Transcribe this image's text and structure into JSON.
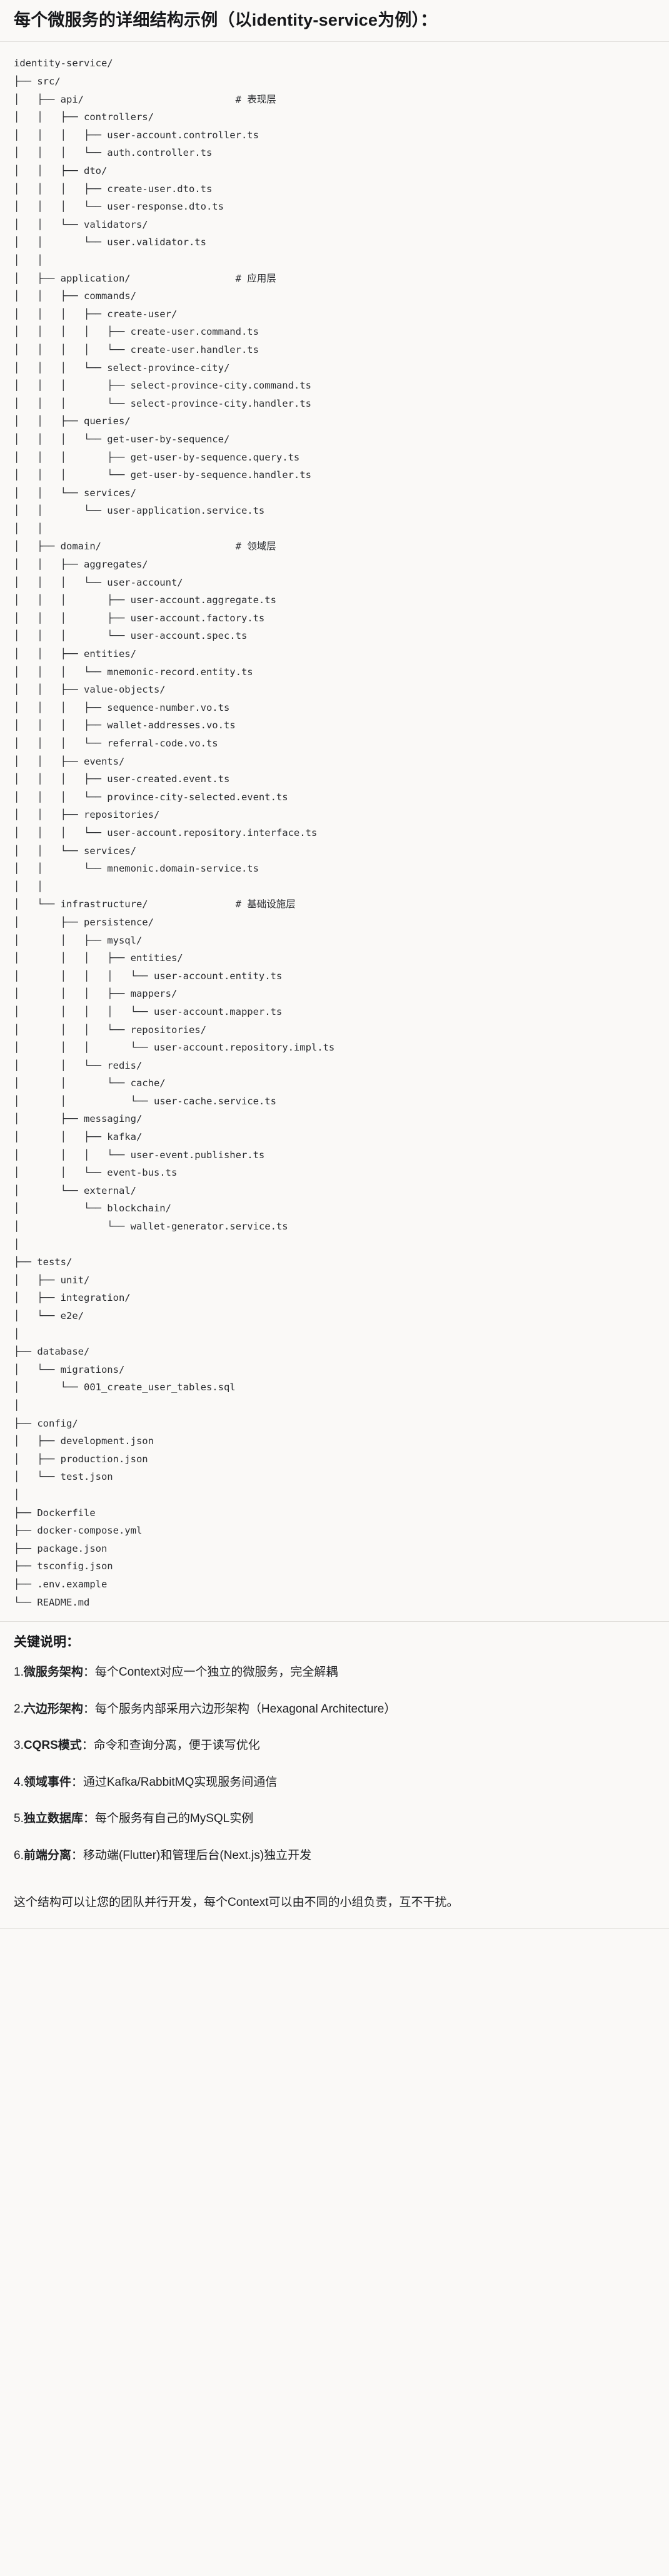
{
  "header": {
    "title": "每个微服务的详细结构示例（以identity-service为例）："
  },
  "tree": {
    "lines": [
      "identity-service/",
      "├── src/",
      "│   ├── api/                          # 表现层",
      "│   │   ├── controllers/",
      "│   │   │   ├── user-account.controller.ts",
      "│   │   │   └── auth.controller.ts",
      "│   │   ├── dto/",
      "│   │   │   ├── create-user.dto.ts",
      "│   │   │   └── user-response.dto.ts",
      "│   │   └── validators/",
      "│   │       └── user.validator.ts",
      "│   │",
      "│   ├── application/                  # 应用层",
      "│   │   ├── commands/",
      "│   │   │   ├── create-user/",
      "│   │   │   │   ├── create-user.command.ts",
      "│   │   │   │   └── create-user.handler.ts",
      "│   │   │   └── select-province-city/",
      "│   │   │       ├── select-province-city.command.ts",
      "│   │   │       └── select-province-city.handler.ts",
      "│   │   ├── queries/",
      "│   │   │   └── get-user-by-sequence/",
      "│   │   │       ├── get-user-by-sequence.query.ts",
      "│   │   │       └── get-user-by-sequence.handler.ts",
      "│   │   └── services/",
      "│   │       └── user-application.service.ts",
      "│   │",
      "│   ├── domain/                       # 领域层",
      "│   │   ├── aggregates/",
      "│   │   │   └── user-account/",
      "│   │   │       ├── user-account.aggregate.ts",
      "│   │   │       ├── user-account.factory.ts",
      "│   │   │       └── user-account.spec.ts",
      "│   │   ├── entities/",
      "│   │   │   └── mnemonic-record.entity.ts",
      "│   │   ├── value-objects/",
      "│   │   │   ├── sequence-number.vo.ts",
      "│   │   │   ├── wallet-addresses.vo.ts",
      "│   │   │   └── referral-code.vo.ts",
      "│   │   ├── events/",
      "│   │   │   ├── user-created.event.ts",
      "│   │   │   └── province-city-selected.event.ts",
      "│   │   ├── repositories/",
      "│   │   │   └── user-account.repository.interface.ts",
      "│   │   └── services/",
      "│   │       └── mnemonic.domain-service.ts",
      "│   │",
      "│   └── infrastructure/               # 基础设施层",
      "│       ├── persistence/",
      "│       │   ├── mysql/",
      "│       │   │   ├── entities/",
      "│       │   │   │   └── user-account.entity.ts",
      "│       │   │   ├── mappers/",
      "│       │   │   │   └── user-account.mapper.ts",
      "│       │   │   └── repositories/",
      "│       │   │       └── user-account.repository.impl.ts",
      "│       │   └── redis/",
      "│       │       └── cache/",
      "│       │           └── user-cache.service.ts",
      "│       ├── messaging/",
      "│       │   ├── kafka/",
      "│       │   │   └── user-event.publisher.ts",
      "│       │   └── event-bus.ts",
      "│       └── external/",
      "│           └── blockchain/",
      "│               └── wallet-generator.service.ts",
      "│",
      "├── tests/",
      "│   ├── unit/",
      "│   ├── integration/",
      "│   └── e2e/",
      "│",
      "├── database/",
      "│   └── migrations/",
      "│       └── 001_create_user_tables.sql",
      "│",
      "├── config/",
      "│   ├── development.json",
      "│   ├── production.json",
      "│   └── test.json",
      "│",
      "├── Dockerfile",
      "├── docker-compose.yml",
      "├── package.json",
      "├── tsconfig.json",
      "├── .env.example",
      "└── README.md"
    ]
  },
  "keys": {
    "title": "关键说明：",
    "items": [
      {
        "num": "1.",
        "term": "微服务架构",
        "desc": "：每个Context对应一个独立的微服务，完全解耦"
      },
      {
        "num": "2.",
        "term": "六边形架构",
        "desc": "：每个服务内部采用六边形架构（Hexagonal Architecture）"
      },
      {
        "num": "3.",
        "term": "CQRS模式",
        "desc": "：命令和查询分离，便于读写优化"
      },
      {
        "num": "4.",
        "term": "领域事件",
        "desc": "：通过Kafka/RabbitMQ实现服务间通信"
      },
      {
        "num": "5.",
        "term": "独立数据库",
        "desc": "：每个服务有自己的MySQL实例"
      },
      {
        "num": "6.",
        "term": "前端分离",
        "desc": "：移动端(Flutter)和管理后台(Next.js)独立开发"
      }
    ]
  },
  "footer": {
    "note": "这个结构可以让您的团队并行开发，每个Context可以由不同的小组负责，互不干扰。"
  },
  "colors": {
    "background": "#faf9f7",
    "text": "#1f2023",
    "divider": "#e2e0dc",
    "code_text": "#2b2d31"
  }
}
